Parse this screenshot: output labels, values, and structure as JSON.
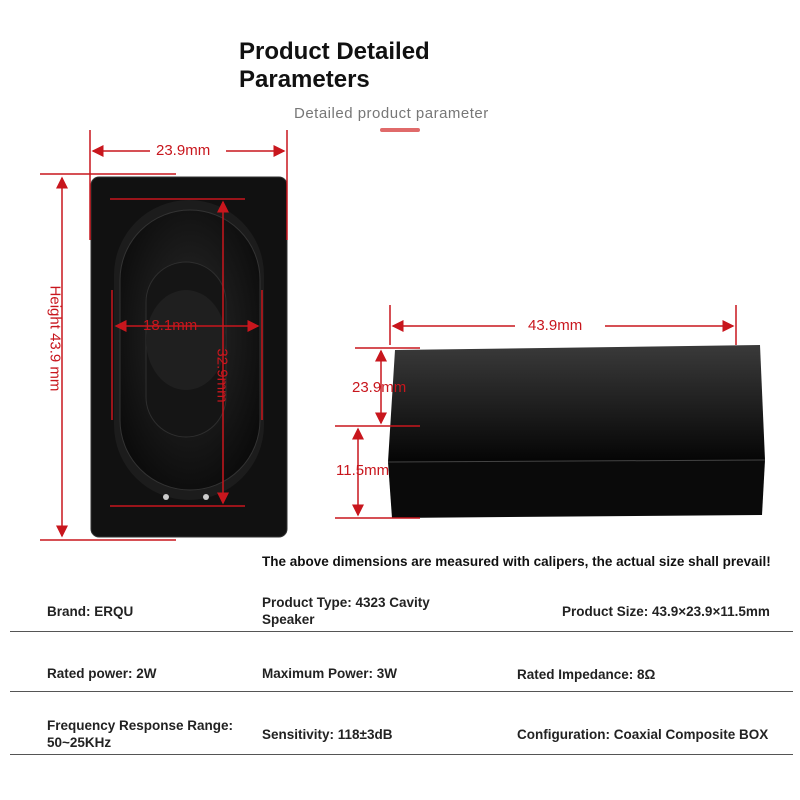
{
  "header": {
    "title_line1": "Product Detailed",
    "title_line2": "Parameters",
    "subtitle": "Detailed product parameter"
  },
  "dimensions": {
    "front_width": "23.9mm",
    "front_height": "Height 43.9 mm",
    "cone_width": "18.1mm",
    "cone_height": "32.9mm",
    "side_length": "43.9mm",
    "side_depth": "23.9mm",
    "side_thickness": "11.5mm"
  },
  "note": "The above dimensions are measured with calipers, the actual size shall prevail!",
  "specs": [
    [
      "Brand: ERQU",
      "Product Type: 4323 Cavity Speaker",
      "Product Size: 43.9×23.9×11.5mm"
    ],
    [
      "Rated power: 2W",
      "Maximum Power: 3W",
      "Rated Impedance: 8Ω"
    ],
    [
      "Frequency Response Range: 50~25KHz",
      "Sensitivity: 118±3dB",
      "Configuration: Coaxial Composite BOX"
    ]
  ],
  "colors": {
    "dimension": "#c8161d"
  }
}
